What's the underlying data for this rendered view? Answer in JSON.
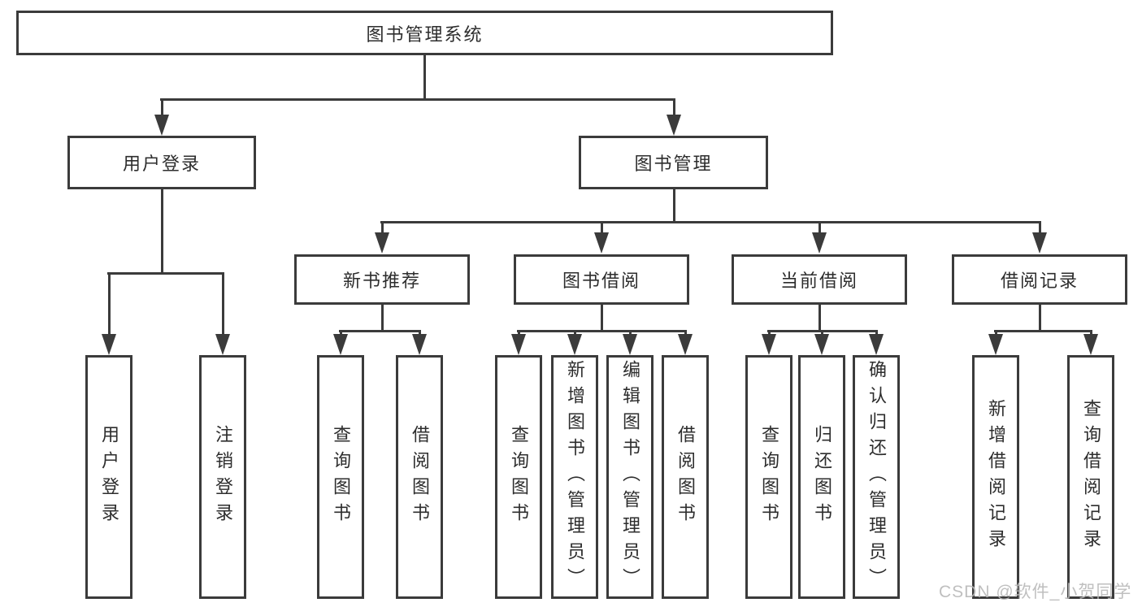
{
  "diagram": {
    "title": "图书管理系统",
    "level2": [
      {
        "label": "用户登录"
      },
      {
        "label": "图书管理"
      }
    ],
    "level3": [
      {
        "label": "新书推荐",
        "parent": "图书管理"
      },
      {
        "label": "图书借阅",
        "parent": "图书管理"
      },
      {
        "label": "当前借阅",
        "parent": "图书管理"
      },
      {
        "label": "借阅记录",
        "parent": "图书管理"
      }
    ],
    "leaves": [
      {
        "label": "用户登录",
        "parent": "用户登录"
      },
      {
        "label": "注销登录",
        "parent": "用户登录"
      },
      {
        "label": "查询图书",
        "parent": "新书推荐"
      },
      {
        "label": "借阅图书",
        "parent": "新书推荐"
      },
      {
        "label": "查询图书",
        "parent": "图书借阅"
      },
      {
        "label": "新增图书（管理员）",
        "parent": "图书借阅"
      },
      {
        "label": "编辑图书（管理员）",
        "parent": "图书借阅"
      },
      {
        "label": "借阅图书",
        "parent": "图书借阅"
      },
      {
        "label": "查询图书",
        "parent": "当前借阅"
      },
      {
        "label": "归还图书",
        "parent": "当前借阅"
      },
      {
        "label": "确认归还（管理员）",
        "parent": "当前借阅"
      },
      {
        "label": "新增借阅记录",
        "parent": "借阅记录"
      },
      {
        "label": "查询借阅记录",
        "parent": "借阅记录"
      }
    ]
  },
  "watermark": "CSDN @软件_小贺同学",
  "colors": {
    "background": "#ffffff",
    "line": "#3b3b3b",
    "box_border": "#3b3b3b",
    "text": "#2d2d2d",
    "watermark": "#b9b9b9"
  }
}
